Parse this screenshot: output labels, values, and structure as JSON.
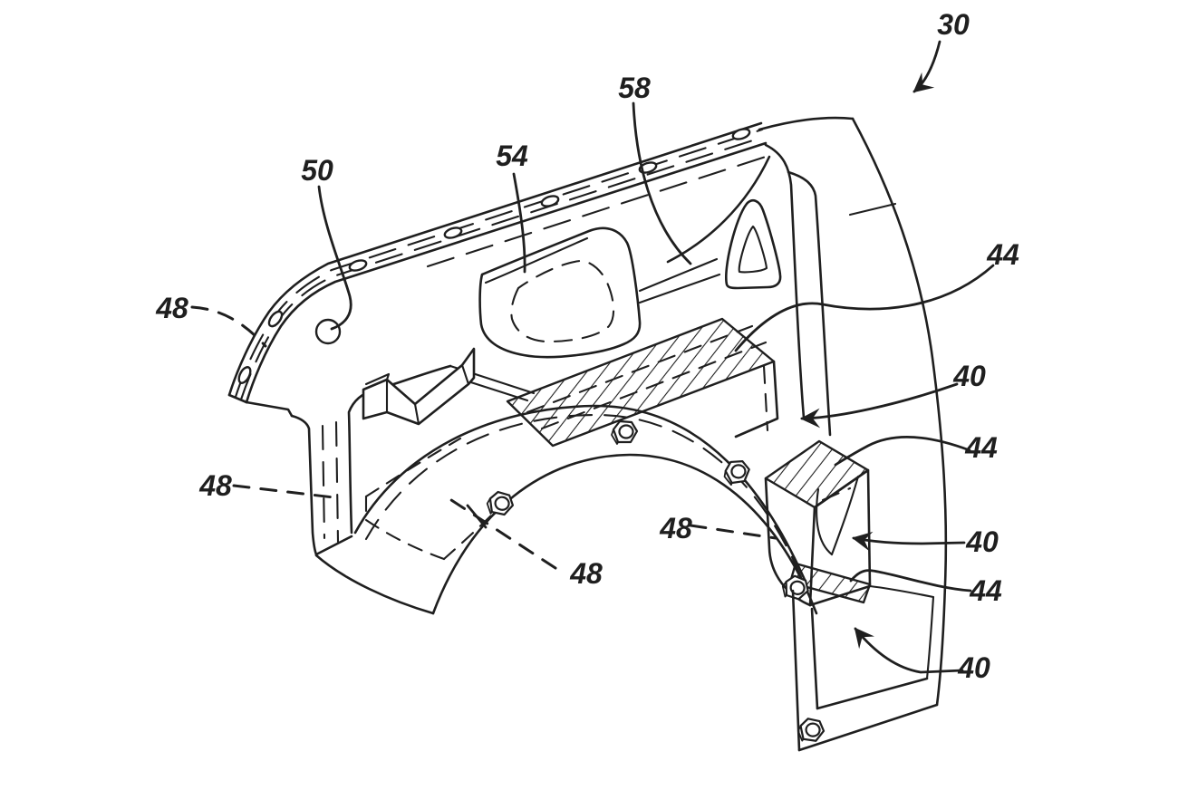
{
  "colors": {
    "ink": "#1f1f1f",
    "paper": "#ffffff"
  },
  "labels": [
    {
      "id": "ref-30",
      "text": "30"
    },
    {
      "id": "ref-58",
      "text": "58"
    },
    {
      "id": "ref-54",
      "text": "54"
    },
    {
      "id": "ref-50",
      "text": "50"
    },
    {
      "id": "ref-48-upper-left",
      "text": "48"
    },
    {
      "id": "ref-48-mid-left",
      "text": "48"
    },
    {
      "id": "ref-48-bottom-center",
      "text": "48"
    },
    {
      "id": "ref-48-bottom-right",
      "text": "48"
    },
    {
      "id": "ref-44-top",
      "text": "44"
    },
    {
      "id": "ref-40-top",
      "text": "40"
    },
    {
      "id": "ref-44-middle",
      "text": "44"
    },
    {
      "id": "ref-40-middle",
      "text": "40"
    },
    {
      "id": "ref-44-lower",
      "text": "44"
    },
    {
      "id": "ref-40-bottom",
      "text": "40"
    }
  ]
}
